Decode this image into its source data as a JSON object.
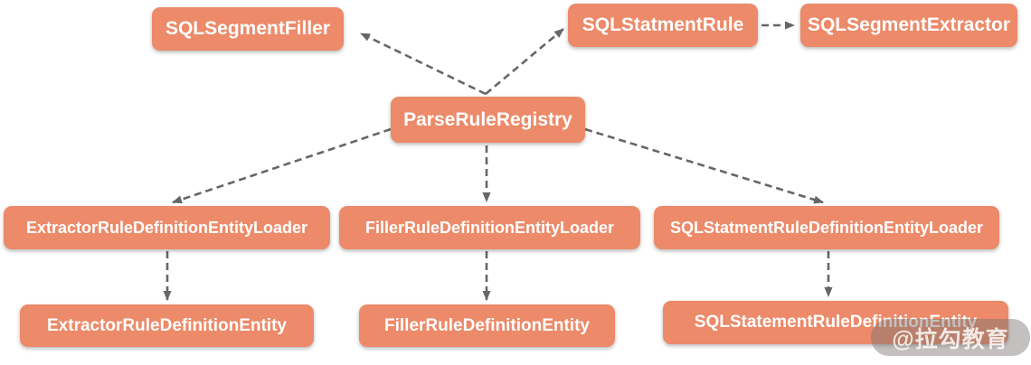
{
  "diagram": {
    "type": "class-relationship-diagram",
    "colors": {
      "node_fill": "#EC8A69",
      "node_text": "#FFFFFF",
      "arrow": "#666666",
      "background": "#FFFFFF"
    },
    "nodes": [
      {
        "id": "sql-segment-filler",
        "label": "SQLSegmentFiller"
      },
      {
        "id": "sql-statment-rule",
        "label": "SQLStatmentRule"
      },
      {
        "id": "sql-segment-extractor",
        "label": "SQLSegmentExtractor"
      },
      {
        "id": "parse-rule-registry",
        "label": "ParseRuleRegistry"
      },
      {
        "id": "extractor-rule-definition-entity-loader",
        "label": "ExtractorRuleDefinitionEntityLoader"
      },
      {
        "id": "filler-rule-definition-entity-loader",
        "label": "FillerRuleDefinitionEntityLoader"
      },
      {
        "id": "sql-statment-rule-definition-entity-loader",
        "label": "SQLStatmentRuleDefinitionEntityLoader"
      },
      {
        "id": "extractor-rule-definition-entity",
        "label": "ExtractorRuleDefinitionEntity"
      },
      {
        "id": "filler-rule-definition-entity",
        "label": "FillerRuleDefinitionEntity"
      },
      {
        "id": "sql-statement-rule-definition-entity",
        "label": "SQLStatementRuleDefinitionEntity"
      }
    ],
    "edges": [
      {
        "from": "parse-rule-registry",
        "to": "sql-segment-filler",
        "style": "dashed-arrow"
      },
      {
        "from": "parse-rule-registry",
        "to": "sql-statment-rule",
        "style": "dashed-arrow"
      },
      {
        "from": "sql-statment-rule",
        "to": "sql-segment-extractor",
        "style": "dashed-arrow"
      },
      {
        "from": "parse-rule-registry",
        "to": "extractor-rule-definition-entity-loader",
        "style": "dashed-arrow"
      },
      {
        "from": "parse-rule-registry",
        "to": "filler-rule-definition-entity-loader",
        "style": "dashed-arrow"
      },
      {
        "from": "parse-rule-registry",
        "to": "sql-statment-rule-definition-entity-loader",
        "style": "dashed-arrow"
      },
      {
        "from": "extractor-rule-definition-entity-loader",
        "to": "extractor-rule-definition-entity",
        "style": "dashed-arrow"
      },
      {
        "from": "filler-rule-definition-entity-loader",
        "to": "filler-rule-definition-entity",
        "style": "dashed-arrow"
      },
      {
        "from": "sql-statment-rule-definition-entity-loader",
        "to": "sql-statement-rule-definition-entity",
        "style": "dashed-arrow"
      }
    ]
  },
  "watermark": {
    "text": "@拉勾教育"
  }
}
